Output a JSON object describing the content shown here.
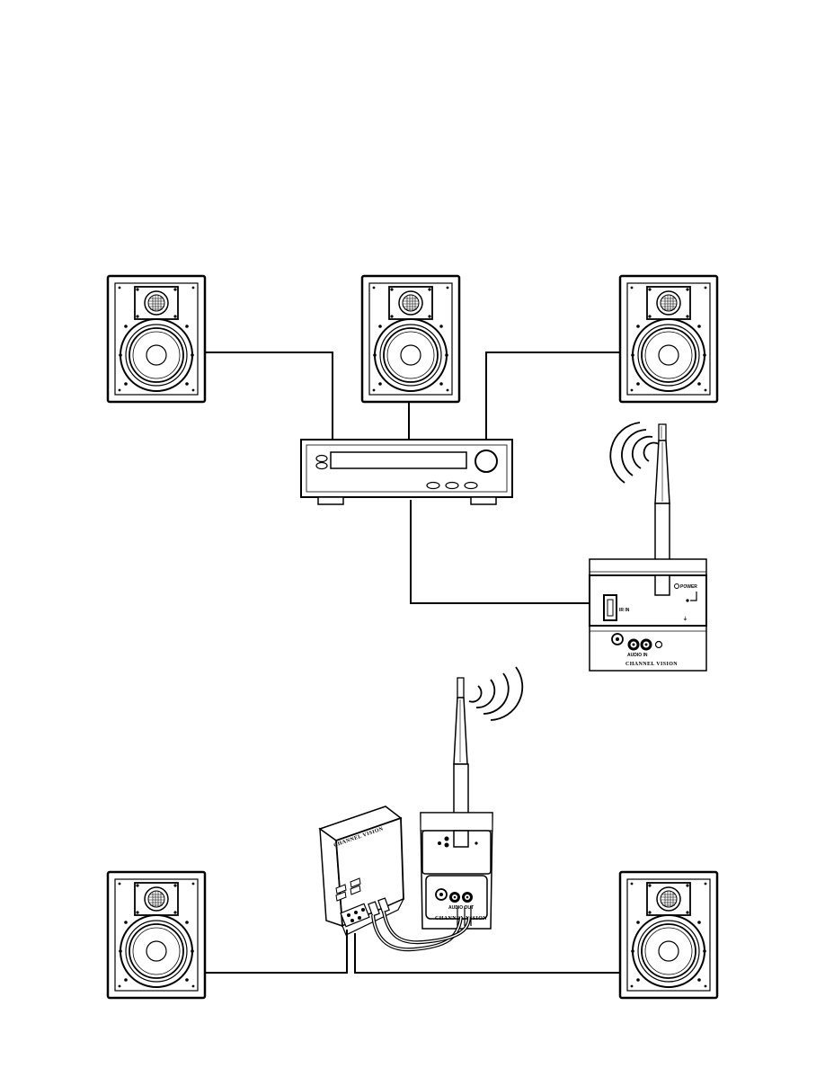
{
  "transmitter": {
    "label_audio_in": "AUDIO IN",
    "label_ir": "IR IN",
    "label_power": "POWER",
    "brand": "CHANNEL VISION"
  },
  "receiver": {
    "label_audio_out": "AUDIO OUT",
    "brand": "CHANNEL VISION"
  },
  "amplifier": {
    "brand": "CHANNEL VISION"
  }
}
